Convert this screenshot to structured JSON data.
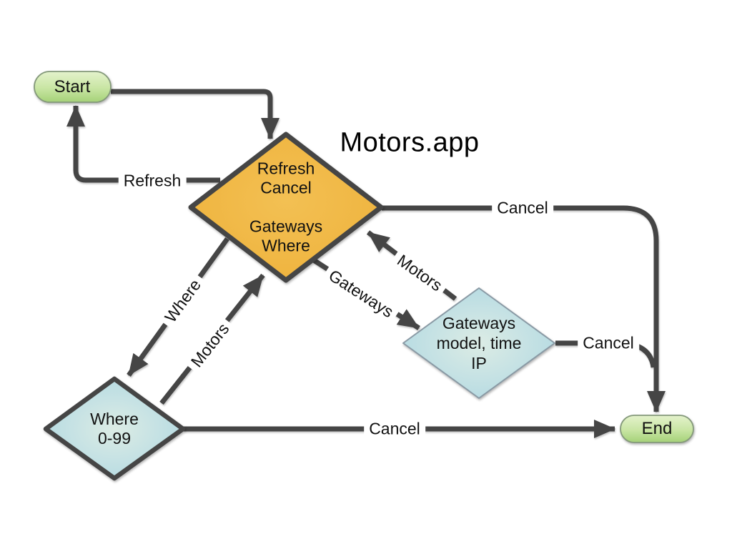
{
  "title": "Motors.app",
  "nodes": {
    "start": {
      "label": "Start"
    },
    "end": {
      "label": "End"
    },
    "main_decision": {
      "lines": [
        "Refresh",
        "Cancel",
        "",
        "Gateways",
        "Where"
      ]
    },
    "gateways": {
      "lines": [
        "Gateways",
        "model, time",
        "IP"
      ]
    },
    "where": {
      "lines": [
        "Where",
        "0-99"
      ]
    }
  },
  "edges": {
    "refresh": {
      "label": "Refresh"
    },
    "cancel_top": {
      "label": "Cancel"
    },
    "cancel_right": {
      "label": "Cancel"
    },
    "cancel_bottom": {
      "label": "Cancel"
    },
    "where": {
      "label": "Where"
    },
    "motors_left": {
      "label": "Motors"
    },
    "motors_right": {
      "label": "Motors"
    },
    "gateways": {
      "label": "Gateways"
    }
  },
  "colors": {
    "arrow": "#454545",
    "decision_fill": "#f0b43f",
    "decision_border": "#454545",
    "io_fill": "#b3d9e3",
    "terminal_fill": "#b7dc8e",
    "terminal_border": "#84997a",
    "text": "#111111"
  }
}
